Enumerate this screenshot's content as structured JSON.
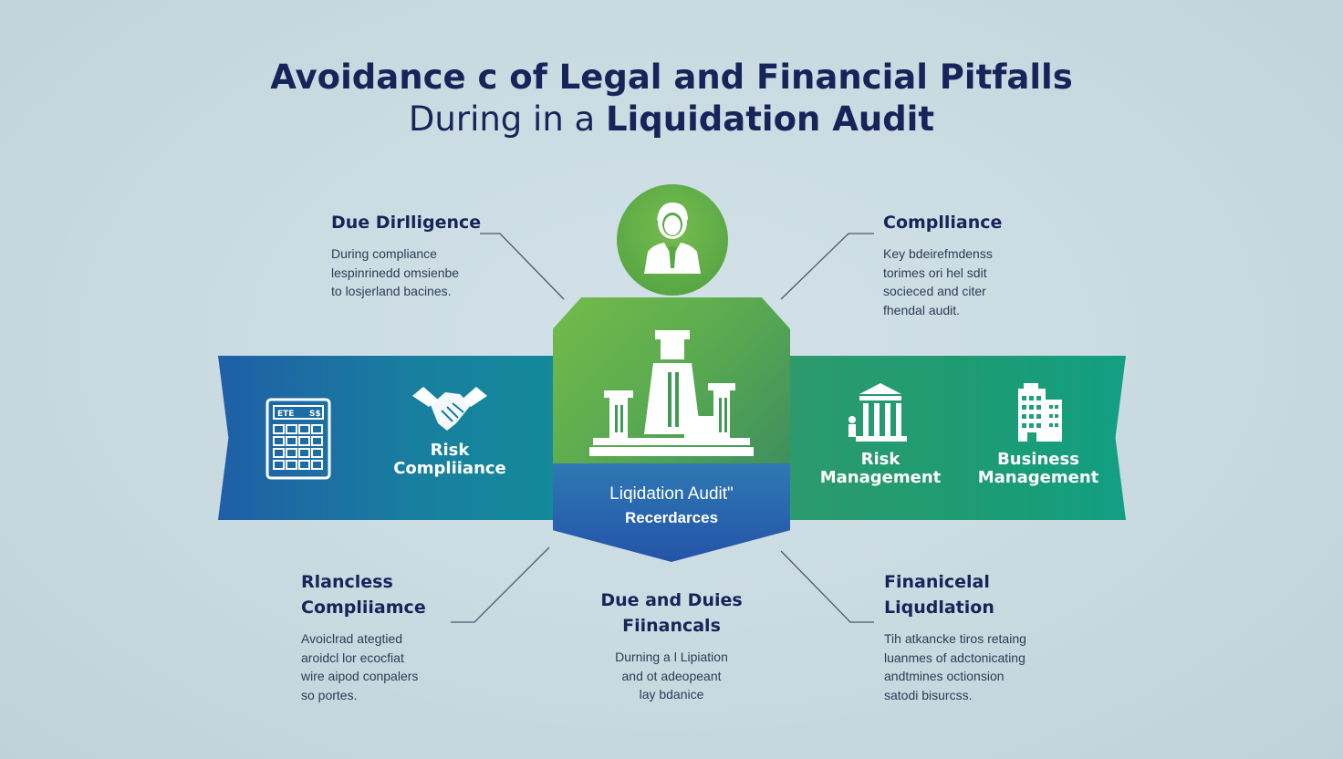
{
  "title": {
    "line1": "Avoidance c of Legal and Financial Pitfalls",
    "line2_plain": "During in a ",
    "line2_bold": "Liquidation Audit"
  },
  "blocks": {
    "top_left": {
      "heading": "Due Dirlligence",
      "lines": [
        "During compliance",
        "lespinrinedd omsienbe",
        "to losjerland bacines."
      ]
    },
    "top_right": {
      "heading": "Complliance",
      "lines": [
        "Key bdeirefmdenss",
        "torimes ori hel sdit",
        "socieced and citer",
        "fhendal audit."
      ]
    },
    "bottom_left": {
      "heading_lines": [
        "Rlancless",
        "Compliiamce"
      ],
      "lines": [
        "Avoiclrad ategtied",
        "aroidcl lor ecocfiat",
        "wire aipod conpalers",
        "so portes."
      ]
    },
    "bottom_center": {
      "heading_lines": [
        "Due and Duies",
        "Fiinancals"
      ],
      "lines": [
        "Durning a l Lipiation",
        "and ot adeopeant",
        "lay bdanice"
      ]
    },
    "bottom_right": {
      "heading_lines": [
        "Finanicelal",
        "Liqudlation"
      ],
      "lines": [
        "Tih atkancke tiros retaing",
        "luanmes of adctonicating",
        "andtmines octionsion",
        "satodi bisurcss."
      ]
    }
  },
  "band": {
    "left_items": [
      {
        "icon": "calculator-icon",
        "label_lines": []
      },
      {
        "icon": "handshake-icon",
        "label_lines": [
          "Risk",
          "Compliiance"
        ]
      }
    ],
    "right_items": [
      {
        "icon": "bank-building-icon",
        "label_lines": [
          "Risk",
          "Management"
        ]
      },
      {
        "icon": "office-building-icon",
        "label_lines": [
          "Business",
          "Management"
        ]
      }
    ],
    "calculator_text": {
      "left": "ЕТЕ",
      "right": "S$"
    }
  },
  "center": {
    "avatar_icon": "businessperson-icon",
    "emblem_icon": "pillars-icon",
    "label_line1": "Liqidation Audit\"",
    "label_line2": "Recerdarces"
  },
  "colors": {
    "title": "#17245a",
    "band_left": "#1f5fa6",
    "band_right": "#129f82",
    "shield_green": "#5fb04c",
    "shield_blue": "#2453a8",
    "background": "#c8d9e0"
  }
}
